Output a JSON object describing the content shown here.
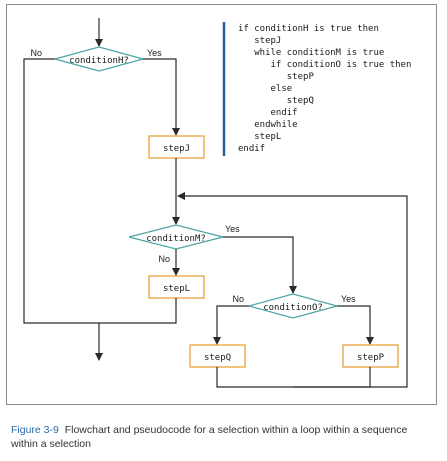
{
  "diagram": {
    "decisions": {
      "conditionH": "conditionH?",
      "conditionM": "conditionM?",
      "conditionO": "conditionO?"
    },
    "steps": {
      "stepJ": "stepJ",
      "stepL": "stepL",
      "stepQ": "stepQ",
      "stepP": "stepP"
    },
    "branch_labels": {
      "h_no": "No",
      "h_yes": "Yes",
      "m_yes": "Yes",
      "m_no": "No",
      "o_no": "No",
      "o_yes": "Yes"
    },
    "pseudocode": [
      "if conditionH is true then",
      "   stepJ",
      "   while conditionM is true",
      "      if conditionO is true then",
      "         stepP",
      "      else",
      "         stepQ",
      "      endif",
      "   endwhile",
      "   stepL",
      "endif"
    ],
    "colors": {
      "decision_border": "#4ea6a6",
      "step_border": "#e8a43c",
      "pseudocode_bar": "#2b5d9a",
      "caption_figure": "#2b6aa8"
    }
  },
  "caption": {
    "figure_number": "Figure 3-9",
    "text": "Flowchart and pseudocode for a selection within a loop within a sequence within a selection"
  }
}
